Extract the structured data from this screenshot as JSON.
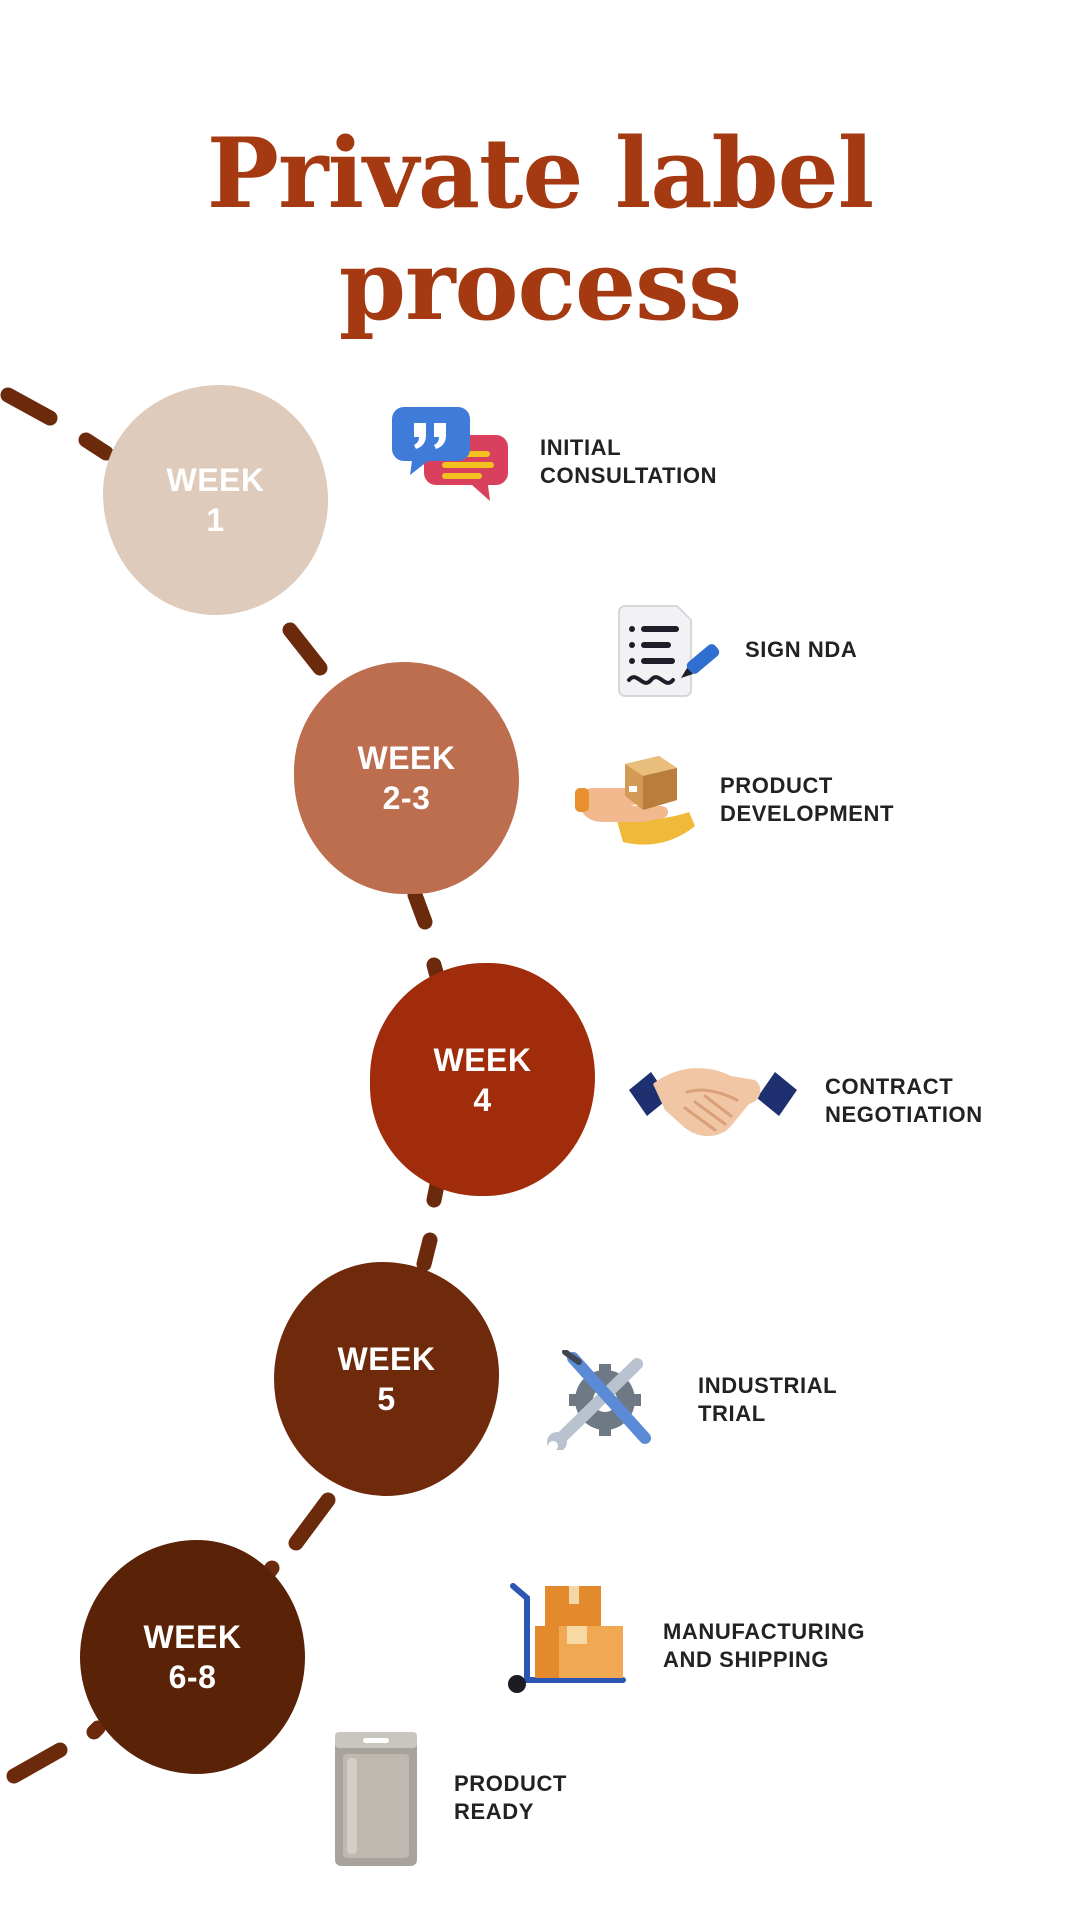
{
  "title": {
    "line1": "Private label",
    "line2": "process"
  },
  "colors": {
    "title": "#a53a12",
    "week1": "#dfcbbc",
    "week2_3": "#bc6e4f",
    "week4": "#a12c0b",
    "week5": "#6e2a0b",
    "week6_8": "#5a2308",
    "path": "#6b2a0b",
    "label": "#222222"
  },
  "weeks": [
    {
      "line1": "WEEK",
      "line2": "1"
    },
    {
      "line1": "WEEK",
      "line2": "2-3"
    },
    {
      "line1": "WEEK",
      "line2": "4"
    },
    {
      "line1": "WEEK",
      "line2": "5"
    },
    {
      "line1": "WEEK",
      "line2": "6-8"
    }
  ],
  "steps": [
    {
      "icon": "speech-bubbles-icon",
      "line1": "INITIAL",
      "line2": "CONSULTATION"
    },
    {
      "icon": "document-pen-icon",
      "line1": "SIGN NDA",
      "line2": ""
    },
    {
      "icon": "hand-box-icon",
      "line1": "PRODUCT",
      "line2": "DEVELOPMENT"
    },
    {
      "icon": "handshake-icon",
      "line1": "CONTRACT",
      "line2": "NEGOTIATION"
    },
    {
      "icon": "tools-gear-icon",
      "line1": "INDUSTRIAL",
      "line2": "TRIAL"
    },
    {
      "icon": "hand-truck-boxes-icon",
      "line1": "MANUFACTURING",
      "line2": "AND SHIPPING"
    },
    {
      "icon": "pouch-package-icon",
      "line1": "PRODUCT",
      "line2": "READY"
    }
  ]
}
